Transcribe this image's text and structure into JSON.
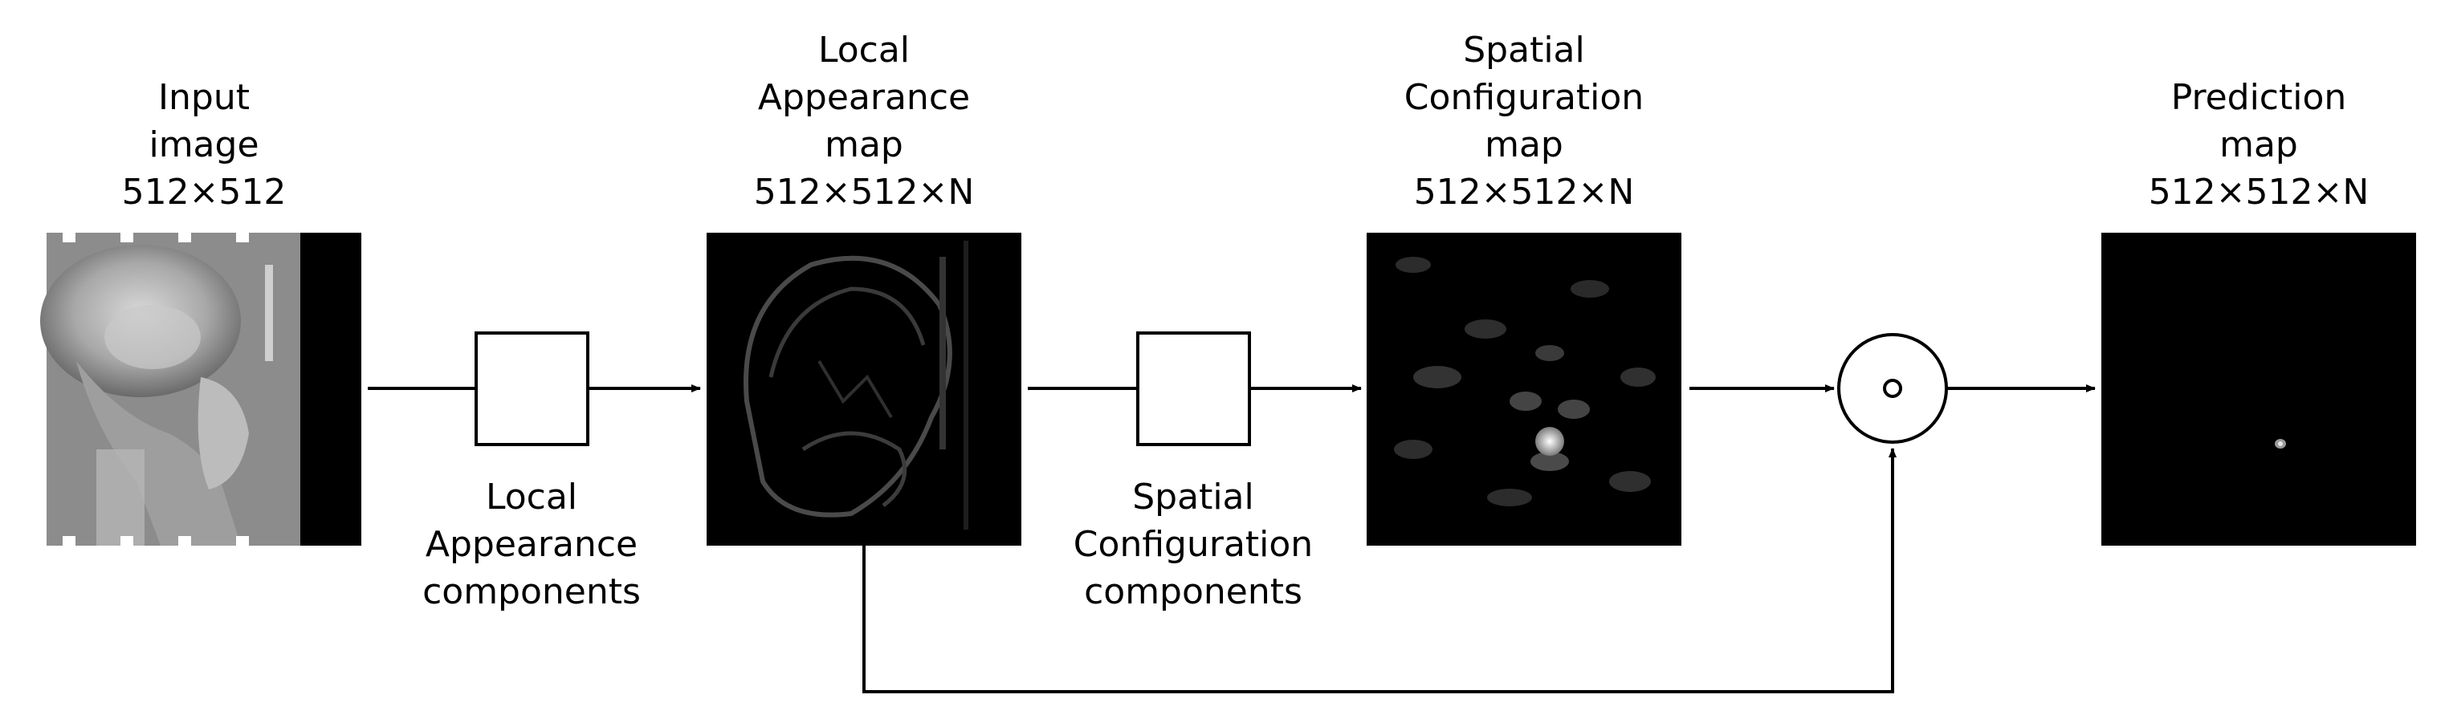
{
  "nodes": {
    "input": {
      "lines": [
        "Input",
        "image",
        "512×512"
      ],
      "icon": "skull-xray-image"
    },
    "local_map": {
      "lines": [
        "Local",
        "Appearance",
        "map",
        "512×512×N"
      ],
      "icon": "local-appearance-heatmap"
    },
    "spatial_map": {
      "lines": [
        "Spatial",
        "Configuration",
        "map",
        "512×512×N"
      ],
      "icon": "spatial-configuration-heatmap"
    },
    "prediction": {
      "lines": [
        "Prediction",
        "map",
        "512×512×N"
      ],
      "icon": "prediction-heatmap"
    }
  },
  "components": {
    "local": {
      "lines": [
        "Local",
        "Appearance",
        "components"
      ]
    },
    "spatial": {
      "lines": [
        "Spatial",
        "Configuration",
        "components"
      ]
    }
  },
  "operator": {
    "icon": "elementwise-multiply-icon",
    "symbol": "∘"
  },
  "colors": {
    "stroke": "#000000",
    "background": "#ffffff",
    "panel": "#000000"
  }
}
